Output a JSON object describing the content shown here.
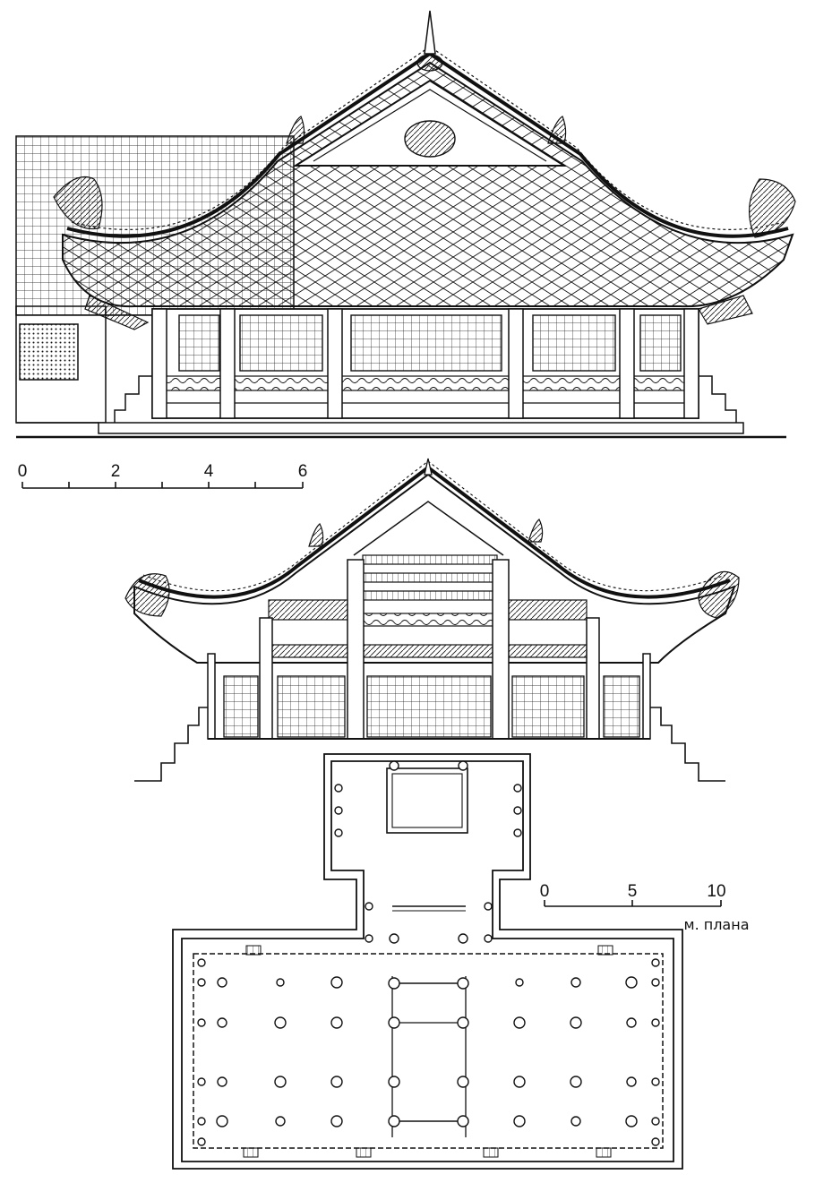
{
  "scale_elevation": {
    "ticks": [
      "0",
      "2",
      "4",
      "6"
    ]
  },
  "scale_plan": {
    "ticks": [
      "0",
      "5",
      "10"
    ],
    "caption": "м. плана"
  },
  "colors": {
    "ink": "#111111",
    "paper": "#ffffff"
  }
}
